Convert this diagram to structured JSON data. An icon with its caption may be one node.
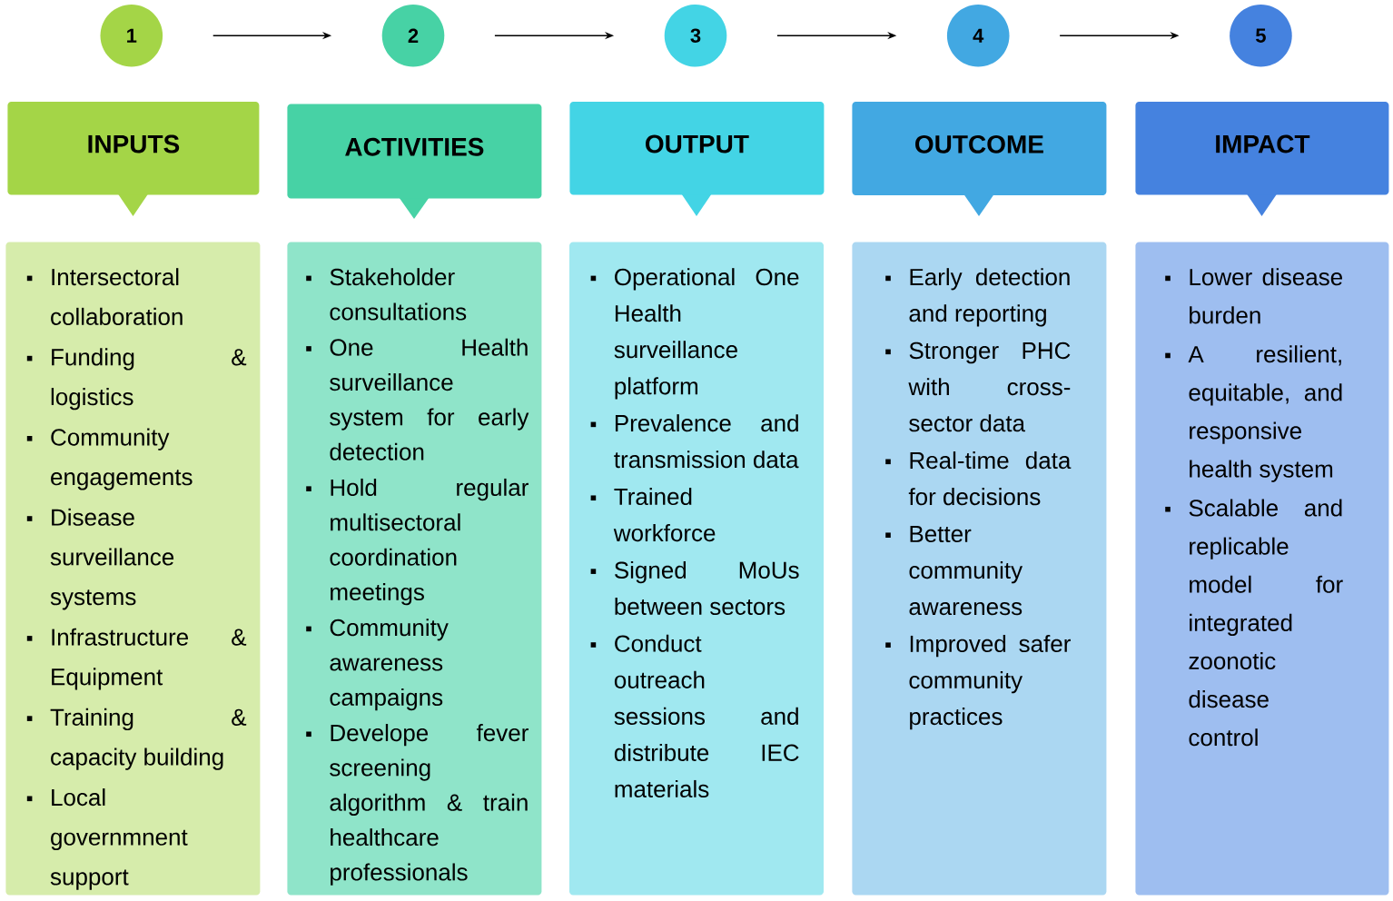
{
  "diagram": {
    "nodes": [
      {
        "text": [
          "1"
        ]
      },
      {
        "text": [
          "2"
        ]
      },
      {
        "text": [
          "3"
        ]
      },
      {
        "text": [
          "4"
        ]
      },
      {
        "text": [
          "5"
        ]
      },
      {
        "text": [
          "INPUTS"
        ]
      },
      {
        "text": [
          "ACTIVITIES"
        ]
      },
      {
        "text": [
          "OUTPUT"
        ]
      },
      {
        "text": [
          "OUTCOME"
        ]
      },
      {
        "text": [
          "IMPACT"
        ]
      },
      {
        "text": [
          "Intersectoral collaboration",
          "Funding & logistics",
          "Community engagements",
          "Disease surveillance systems",
          "Infrastructure & Equipment",
          "Training & capacity building",
          "Local governmnent support"
        ]
      },
      {
        "text": [
          "Stakeholder consultations",
          "One Health surveillance system for early detection",
          "Hold regular multisectoral coordination meetings",
          "Community awareness campaigns",
          "Develope fever screening algorithm & train healthcare professionals"
        ]
      },
      {
        "text": [
          "Operational One Health surveillance platform",
          "Prevalence and transmission data",
          "Trained workforce",
          "Signed MoUs between sectors",
          "Conduct outreach sessions and distribute IEC materials"
        ]
      },
      {
        "text": [
          "Early detection and reporting",
          "Stronger PHC with cross-sector data",
          "Real-time data for decisions",
          "Better community awareness",
          "Improved safer community practices"
        ]
      },
      {
        "text": [
          "Lower disease burden",
          "A resilient, equitable, and responsive health system",
          "Scalable and replicable model for integrated zoonotic disease control"
        ]
      }
    ],
    "edges": [
      {
        "from": 0,
        "to": 1,
        "arrow": "to"
      },
      {
        "from": 1,
        "to": 2,
        "arrow": "to"
      },
      {
        "from": 2,
        "to": 3,
        "arrow": "to"
      },
      {
        "from": 3,
        "to": 4,
        "arrow": "to"
      }
    ]
  }
}
